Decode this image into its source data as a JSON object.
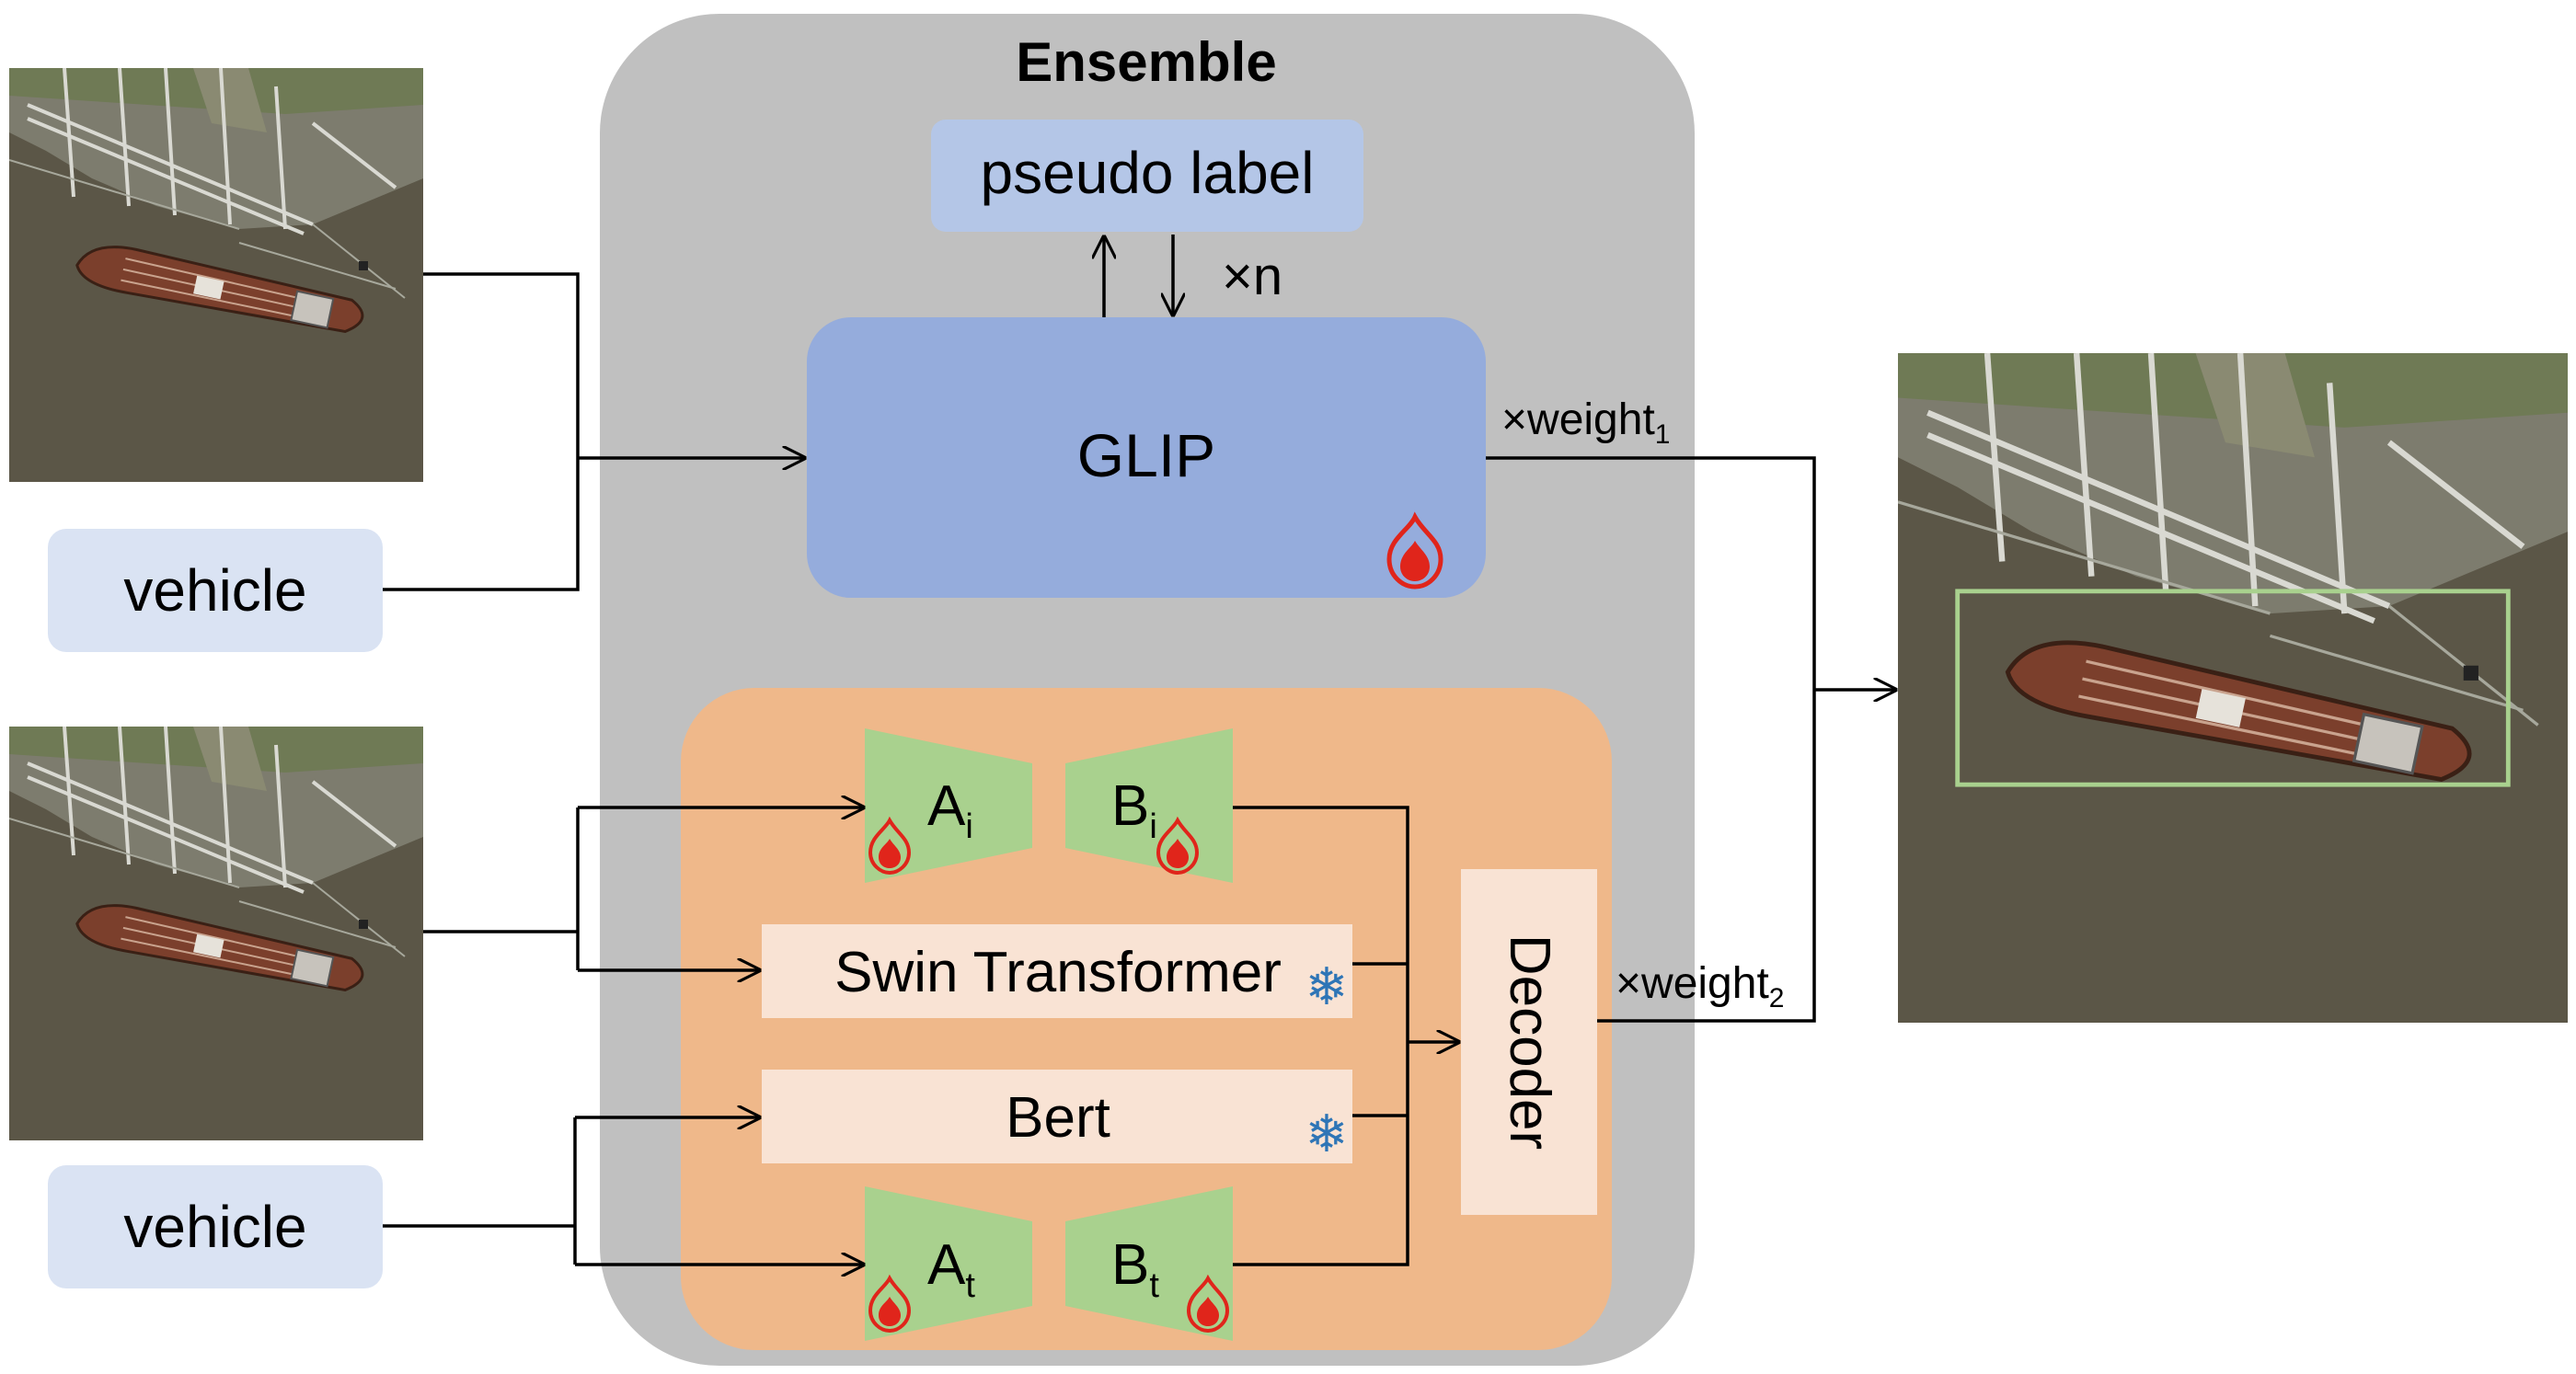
{
  "ensemble": {
    "title": "Ensemble"
  },
  "glip_branch": {
    "pseudo_label": "pseudo label",
    "repeat_label": "×n",
    "model_label": "GLIP",
    "weight_label_base": "×weight",
    "weight_label_sub": "1"
  },
  "lora_branch": {
    "image_encoder": "Swin Transformer",
    "text_encoder": "Bert",
    "decoder": "Decoder",
    "adapter_a_image": {
      "main": "A",
      "sub": "i"
    },
    "adapter_b_image": {
      "main": "B",
      "sub": "i"
    },
    "adapter_a_text": {
      "main": "A",
      "sub": "t"
    },
    "adapter_b_text": {
      "main": "B",
      "sub": "t"
    },
    "weight_label_base": "×weight",
    "weight_label_sub": "2"
  },
  "inputs": {
    "text_prompt_top": "vehicle",
    "text_prompt_bottom": "vehicle"
  },
  "icons": {
    "trainable": "flame-icon",
    "frozen": "snowflake-icon"
  },
  "colors": {
    "ensemble_bg": "#c0c0c0",
    "pseudo_label_bg": "#b4c6e7",
    "glip_bg": "#95acdc",
    "lora_panel_bg": "#efb88a",
    "encoder_bg": "#f9e3d4",
    "adapter_green": "#a9d18e",
    "text_prompt_bg": "#dae3f3",
    "flame_red": "#e0251b",
    "snow_blue": "#2e75b6",
    "bbox_green": "#a9d18e"
  }
}
